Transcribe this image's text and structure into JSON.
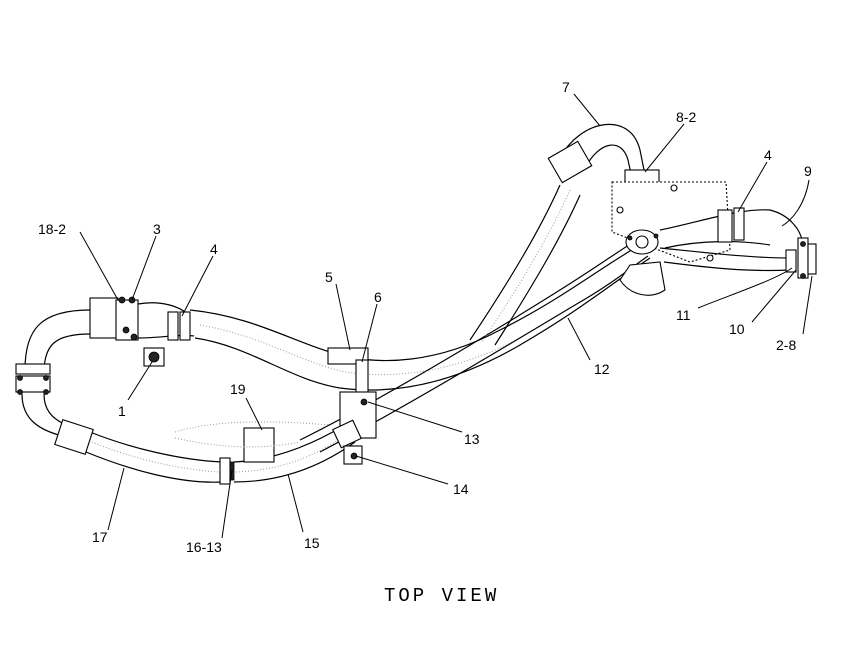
{
  "callouts": [
    {
      "id": "c-18-2",
      "text": "18-2"
    },
    {
      "id": "c-3",
      "text": "3"
    },
    {
      "id": "c-4a",
      "text": "4"
    },
    {
      "id": "c-1",
      "text": "1"
    },
    {
      "id": "c-5",
      "text": "5"
    },
    {
      "id": "c-6",
      "text": "6"
    },
    {
      "id": "c-7",
      "text": "7"
    },
    {
      "id": "c-8-2",
      "text": "8-2"
    },
    {
      "id": "c-4b",
      "text": "4"
    },
    {
      "id": "c-9",
      "text": "9"
    },
    {
      "id": "c-11",
      "text": "11"
    },
    {
      "id": "c-10",
      "text": "10"
    },
    {
      "id": "c-2-8",
      "text": "2-8"
    },
    {
      "id": "c-12",
      "text": "12"
    },
    {
      "id": "c-13",
      "text": "13"
    },
    {
      "id": "c-14",
      "text": "14"
    },
    {
      "id": "c-19",
      "text": "19"
    },
    {
      "id": "c-17",
      "text": "17"
    },
    {
      "id": "c-16-13",
      "text": "16-13"
    },
    {
      "id": "c-15",
      "text": "15"
    }
  ],
  "caption": "TOP VIEW"
}
